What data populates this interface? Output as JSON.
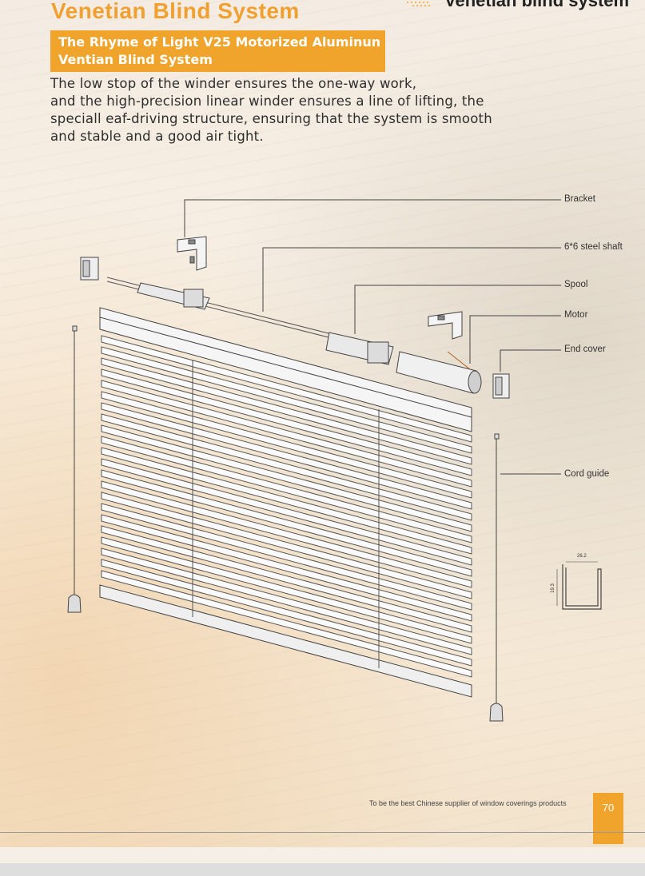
{
  "header": {
    "title": "Venetian Blind System",
    "right_title": "Venetian blind system"
  },
  "subtitle": {
    "line1": "The Rhyme of Light V25 Motorized Aluminun",
    "line2": "Ventian Blind System"
  },
  "description": {
    "line1": "The low stop of the winder ensures the one-way work,",
    "line2": "and the high-precision linear winder ensures a line of lifting, the",
    "line3": "speciall eaf-driving structure, ensuring that the system is smooth",
    "line4": "and stable and a good air tight."
  },
  "diagram": {
    "callouts": {
      "bracket": "Bracket",
      "shaft": "6*6 steel shaft",
      "spool": "Spool",
      "motor": "Motor",
      "end_cover": "End cover",
      "cord_guide": "Cord guide"
    },
    "profile_dims": {
      "width": "26.2",
      "height": "19.3"
    }
  },
  "footer": {
    "tagline": "To be the best Chinese supplier of window coverings products",
    "page_number": "70"
  },
  "colors": {
    "accent": "#f0a42c",
    "title": "#f0a030",
    "text": "#2e2e2e"
  }
}
